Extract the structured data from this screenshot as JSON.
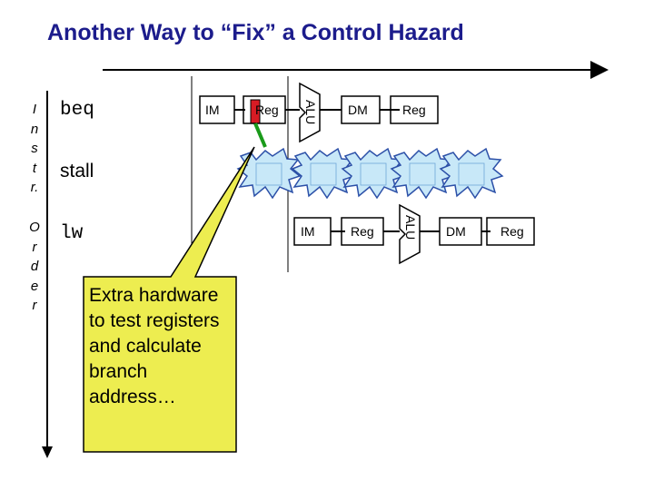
{
  "slide": {
    "title": "Another Way to “Fix” a Control Hazard",
    "axis_label_letters": [
      "I",
      "n",
      "s",
      "t",
      "r.",
      "O",
      "r",
      "d",
      "e",
      "r"
    ]
  },
  "instructions": [
    {
      "label": "beq",
      "font": "monospace"
    },
    {
      "label": "stall",
      "font": "sans"
    },
    {
      "label": "lw",
      "font": "monospace"
    }
  ],
  "pipeline": {
    "beq_stages": {
      "im": "IM",
      "reg": "Reg",
      "alu": "ALU",
      "dm": "DM",
      "reg_wb": "Reg"
    },
    "lw_stages": {
      "im": "IM",
      "reg": "Reg",
      "alu": "ALU",
      "dm": "DM",
      "reg_wb": "Reg"
    }
  },
  "callout": {
    "text": "Extra hardware to test registers and calculate branch address…",
    "fill_color": "#eded50"
  },
  "colors": {
    "title": "#1c1c8c",
    "highlight_reg": "#d81b24",
    "comparator": "#1a9a1a",
    "bubble_fill": "#c8e8f8"
  }
}
